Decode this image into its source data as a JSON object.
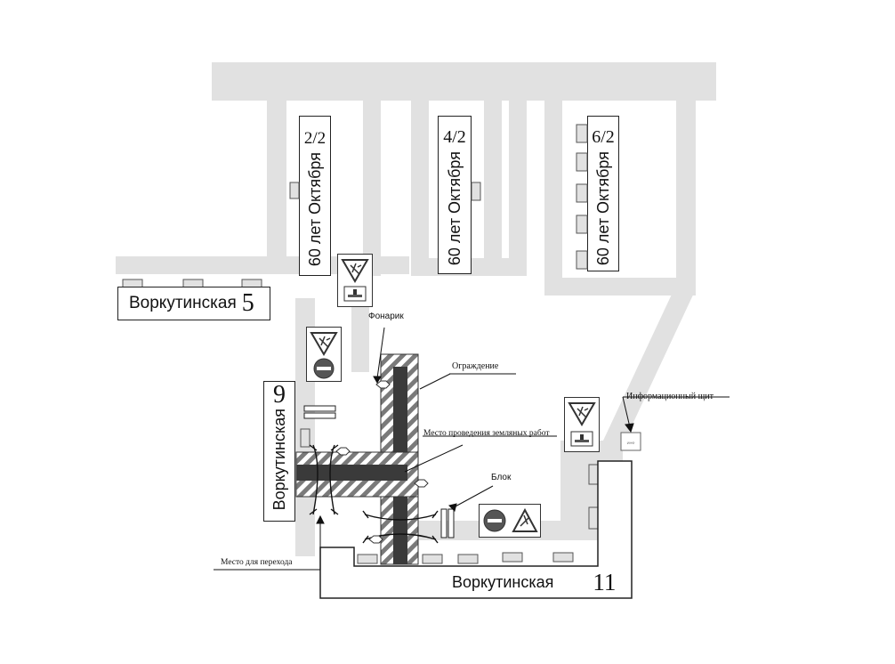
{
  "buildings": {
    "b22": {
      "number": "2/2",
      "street": "60 лет Октября"
    },
    "b42": {
      "number": "4/2",
      "street": "60 лет Октября"
    },
    "b62": {
      "number": "6/2",
      "street": "60 лет Октября"
    },
    "v5": {
      "street": "Воркутинская",
      "number": "5"
    },
    "v9": {
      "street": "Воркутинская",
      "number": "9"
    },
    "v11": {
      "street": "Воркутинская",
      "number": "11"
    }
  },
  "labels": {
    "flashlight": "Фонарик",
    "fence": "Ограждение",
    "info_board": "Информационный щит",
    "earthworks": "Место проведения земляных работ",
    "block": "Блок",
    "crossing": "Место для перехода"
  },
  "colors": {
    "road": "#e1e1e1",
    "trench": "#3a3a3a",
    "stripe": "#c8c8c8",
    "sign_red": "#555555"
  },
  "icons": [
    "road-works-sign-icon",
    "no-entry-sign-icon",
    "parking-sign-icon",
    "lamp-icon"
  ]
}
